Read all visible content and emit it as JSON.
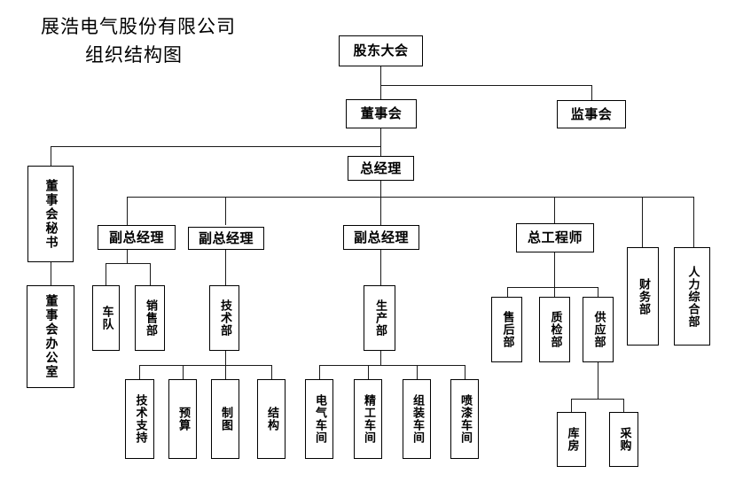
{
  "title": {
    "line1": "展浩电气股份有限公司",
    "line2": "组织结构图"
  },
  "colors": {
    "box_border": "#000000",
    "line": "#1a1a1a",
    "background": "#ffffff",
    "text": "#000000"
  },
  "nodes": {
    "shareholders_meeting": "股东大会",
    "board_of_directors": "董事会",
    "board_of_supervisors": "监事会",
    "general_manager": "总经理",
    "board_secretary": "董事会秘书",
    "board_office": "董事会办公室",
    "deputy_gm_1": "副总经理",
    "deputy_gm_2": "副总经理",
    "deputy_gm_3": "副总经理",
    "chief_engineer": "总工程师",
    "finance_dept": "财务部",
    "hr_general_dept": "人力综合部",
    "fleet": "车队",
    "sales_dept": "销售部",
    "tech_dept": "技术部",
    "production_dept": "生产部",
    "after_sales_dept": "售后部",
    "quality_inspection_dept": "质检部",
    "supply_dept": "供应部",
    "tech_support": "技术支持",
    "budget": "预算",
    "drafting": "制图",
    "structure": "结构",
    "electrical_workshop": "电气车间",
    "precision_workshop": "精工车间",
    "assembly_workshop": "组装车间",
    "painting_workshop": "喷漆车间",
    "warehouse": "库房",
    "purchasing": "采购"
  },
  "chart_data": {
    "type": "diagram",
    "diagram_type": "organization-chart",
    "title": "展浩电气股份有限公司 组织结构图",
    "hierarchy": [
      {
        "name": "股东大会",
        "children": [
          {
            "name": "董事会",
            "children": [
              {
                "name": "董事会秘书",
                "children": [
                  {
                    "name": "董事会办公室"
                  }
                ]
              },
              {
                "name": "总经理",
                "children": [
                  {
                    "name": "副总经理",
                    "children": [
                      {
                        "name": "车队"
                      },
                      {
                        "name": "销售部"
                      }
                    ]
                  },
                  {
                    "name": "副总经理",
                    "children": [
                      {
                        "name": "技术部",
                        "children": [
                          {
                            "name": "技术支持"
                          },
                          {
                            "name": "预算"
                          },
                          {
                            "name": "制图"
                          },
                          {
                            "name": "结构"
                          }
                        ]
                      }
                    ]
                  },
                  {
                    "name": "副总经理",
                    "children": [
                      {
                        "name": "生产部",
                        "children": [
                          {
                            "name": "电气车间"
                          },
                          {
                            "name": "精工车间"
                          },
                          {
                            "name": "组装车间"
                          },
                          {
                            "name": "喷漆车间"
                          }
                        ]
                      }
                    ]
                  },
                  {
                    "name": "总工程师",
                    "children": [
                      {
                        "name": "售后部"
                      },
                      {
                        "name": "质检部"
                      },
                      {
                        "name": "供应部",
                        "children": [
                          {
                            "name": "库房"
                          },
                          {
                            "name": "采购"
                          }
                        ]
                      }
                    ]
                  },
                  {
                    "name": "财务部"
                  },
                  {
                    "name": "人力综合部"
                  }
                ]
              }
            ]
          },
          {
            "name": "监事会"
          }
        ]
      }
    ],
    "level_count": 6,
    "node_count": 29
  }
}
